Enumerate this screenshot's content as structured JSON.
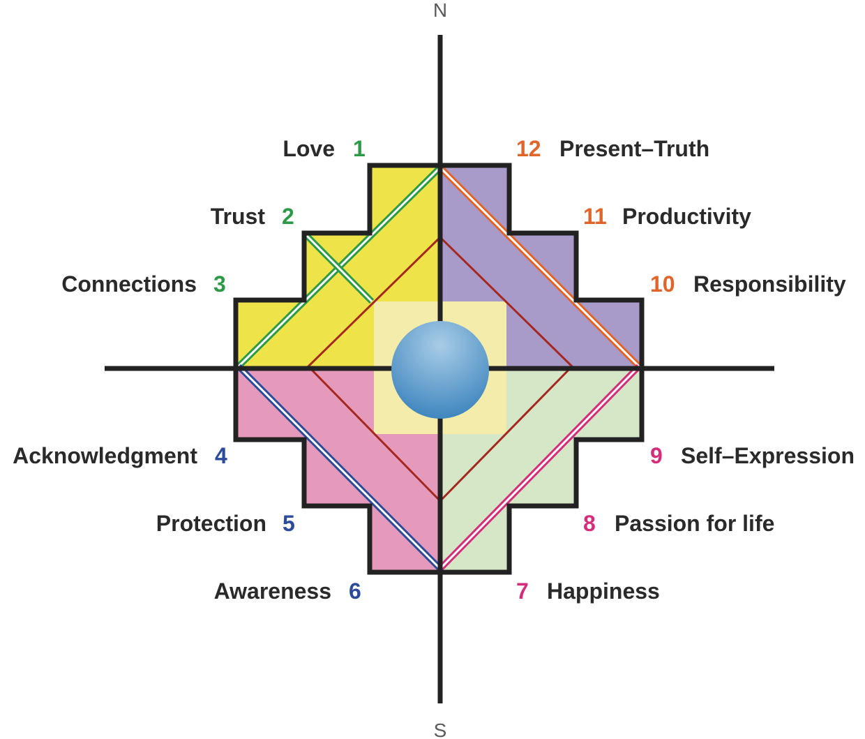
{
  "compass": {
    "north": "N",
    "south": "S"
  },
  "colors": {
    "outline": "#222222",
    "text": "#2a2a2a",
    "yellow": "#efe34a",
    "purple": "#a99bc9",
    "pink": "#e59abb",
    "light_green": "#d5e7c7",
    "center_square": "#f4ecaa",
    "diamond_stroke": "#a4281f",
    "circle": "#4f97c9",
    "green_num": "#2d9a47",
    "orange_num": "#e0652a",
    "blue_num": "#2c4b9b",
    "magenta_num": "#d42d7c"
  },
  "values": [
    {
      "number": "1",
      "label": "Love",
      "group": "green"
    },
    {
      "number": "2",
      "label": "Trust",
      "group": "green"
    },
    {
      "number": "3",
      "label": "Connections",
      "group": "green"
    },
    {
      "number": "4",
      "label": "Acknowledgment",
      "group": "blue"
    },
    {
      "number": "5",
      "label": "Protection",
      "group": "blue"
    },
    {
      "number": "6",
      "label": "Awareness",
      "group": "blue"
    },
    {
      "number": "7",
      "label": "Happiness",
      "group": "magenta"
    },
    {
      "number": "8",
      "label": "Passion for life",
      "group": "magenta"
    },
    {
      "number": "9",
      "label": "Self–Expression",
      "group": "magenta"
    },
    {
      "number": "10",
      "label": "Responsibility",
      "group": "orange"
    },
    {
      "number": "11",
      "label": "Productivity",
      "group": "orange"
    },
    {
      "number": "12",
      "label": "Present–Truth",
      "group": "orange"
    }
  ]
}
